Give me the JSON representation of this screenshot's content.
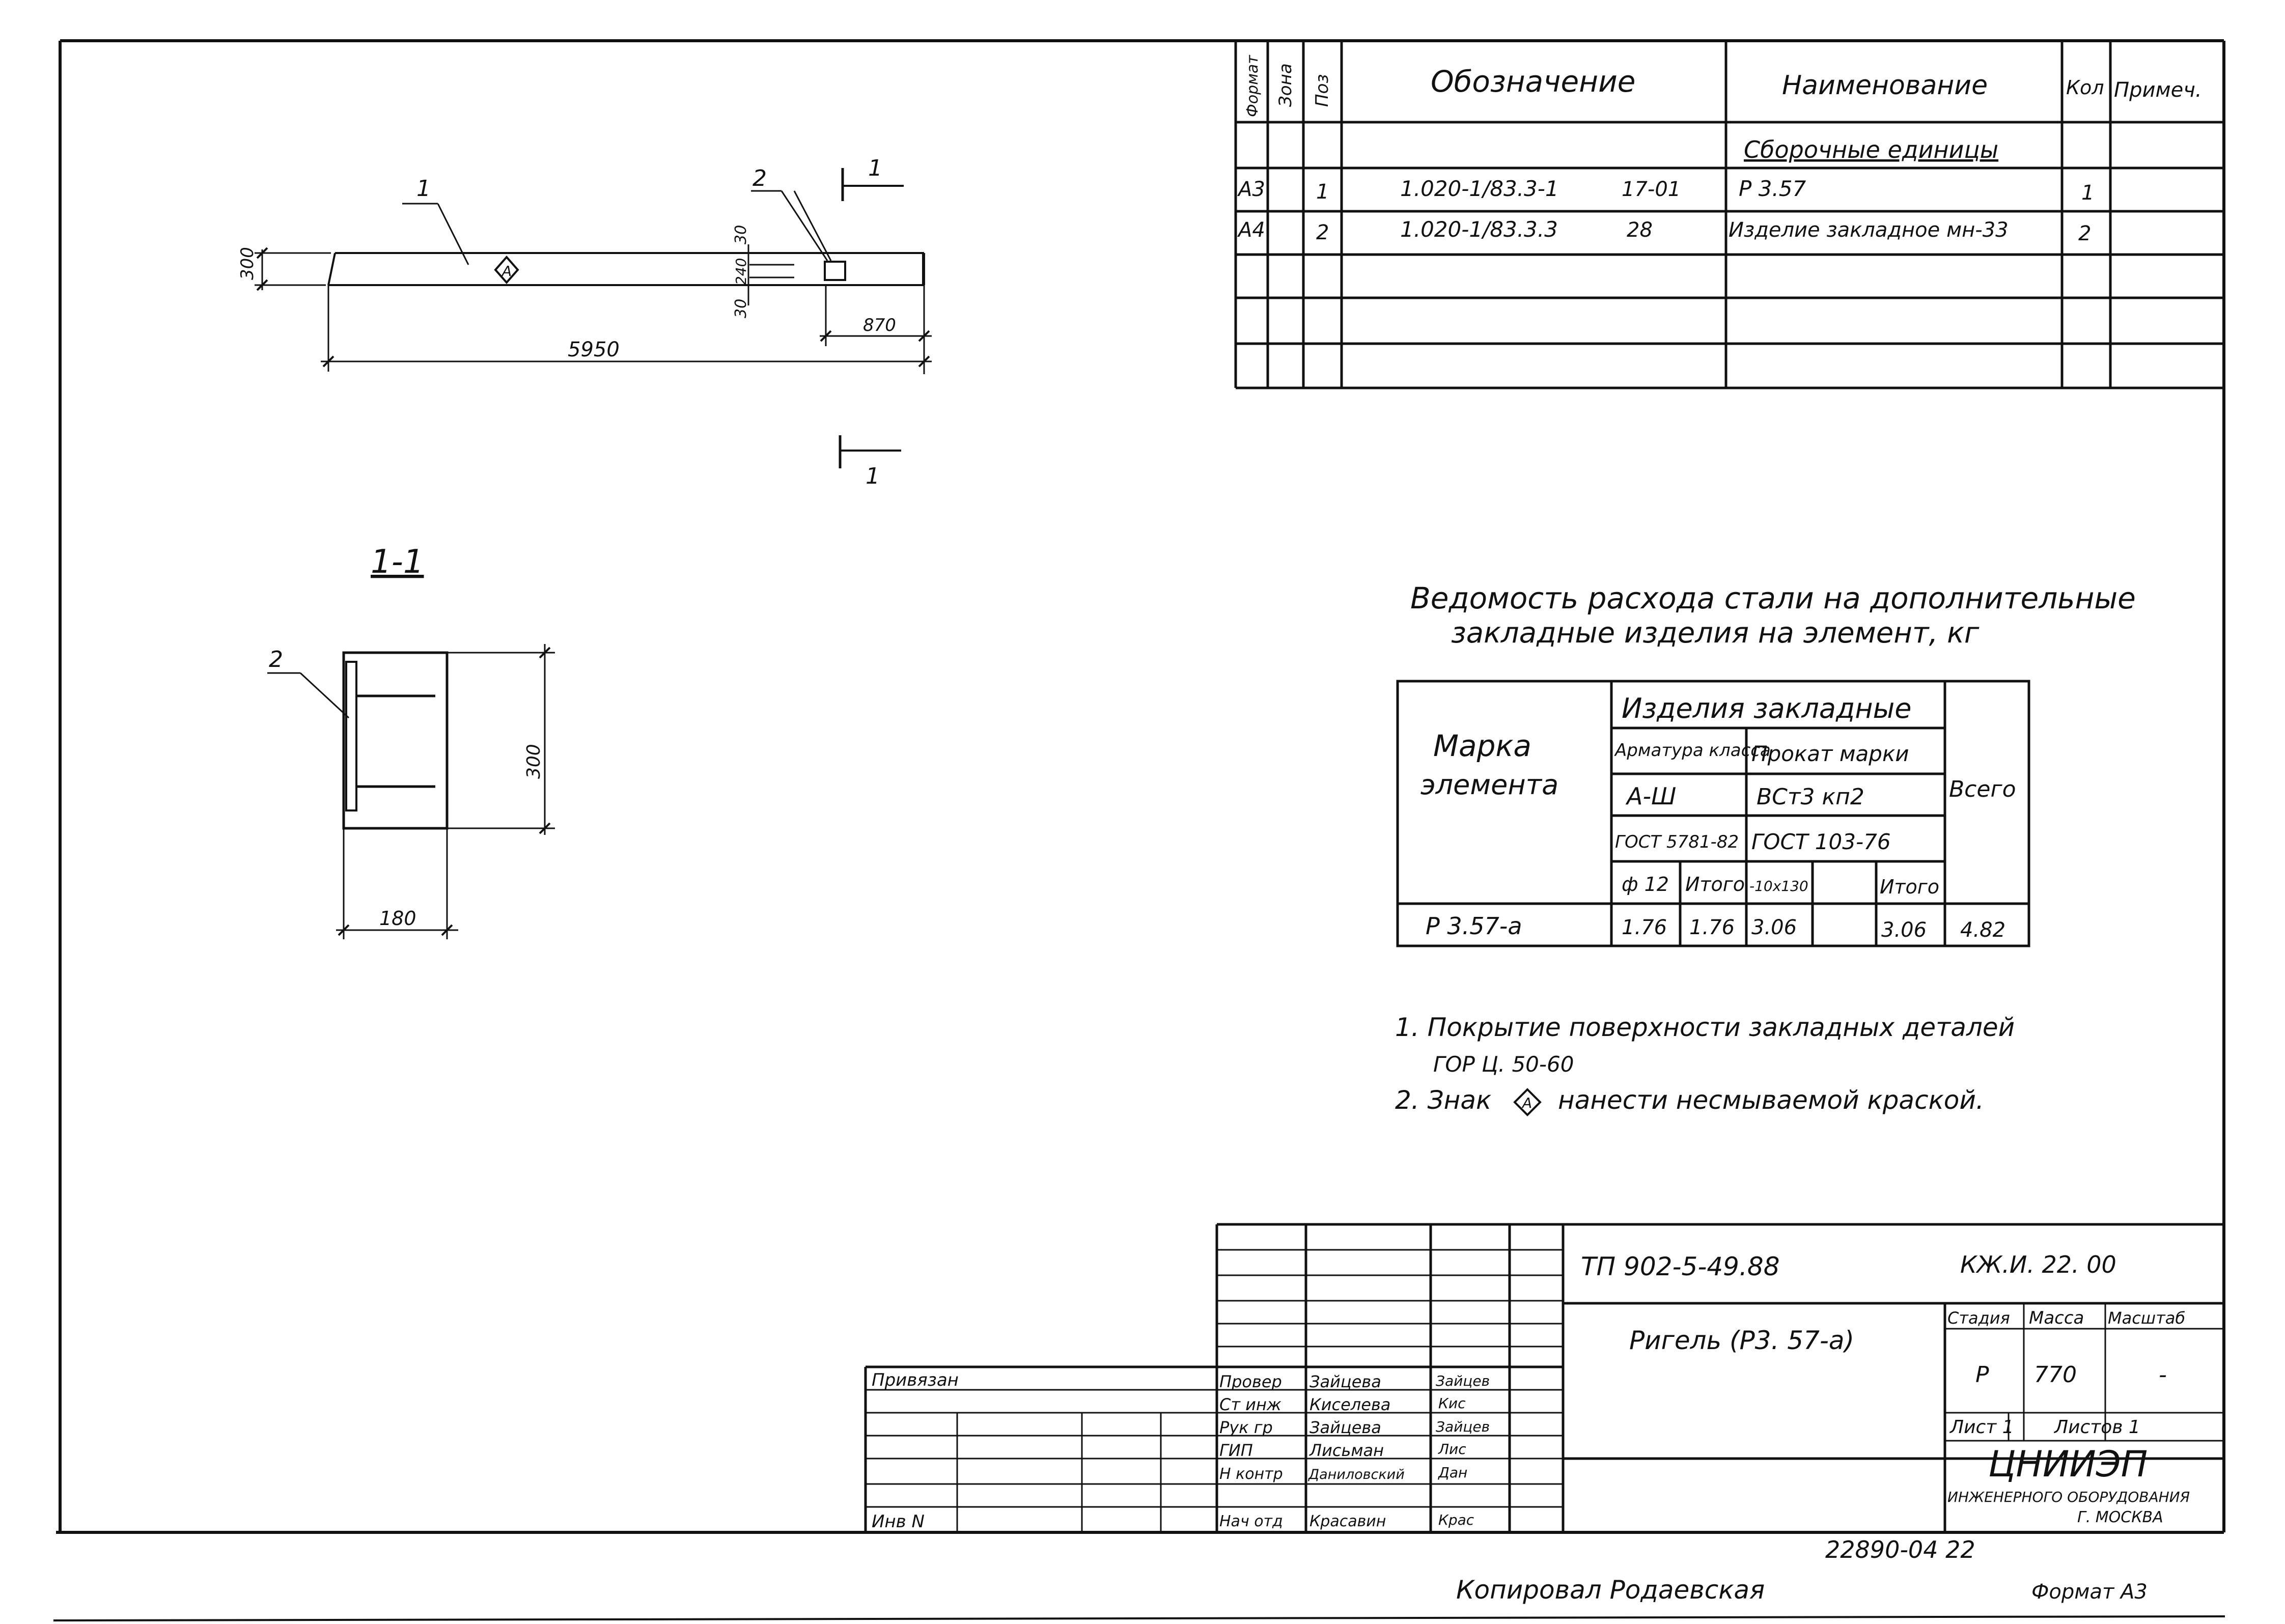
{
  "spec_table": {
    "headers": [
      "Формат",
      "Зона",
      "Поз",
      "Обозначение",
      "Наименование",
      "Кол",
      "Примеч."
    ],
    "section_title": "Сборочные единицы",
    "rows": [
      {
        "format": "А3",
        "zone": "",
        "pos": "1",
        "designation": "1.020-1/83.3-1",
        "sheet": "17-01",
        "name": "Р 3.57",
        "qty": "1",
        "note": ""
      },
      {
        "format": "А4",
        "zone": "",
        "pos": "2",
        "designation": "1.020-1/83.3.3",
        "sheet": "28",
        "name": "Изделие закладное мн-33",
        "qty": "2",
        "note": ""
      }
    ]
  },
  "drawing": {
    "callout_1": "1",
    "callout_2": "2",
    "section_mark": "1",
    "mark_symbol": "А",
    "dim_height": "300",
    "dim_length": "5950",
    "dim_end": "870",
    "dim_30_top": "30",
    "dim_240": "240",
    "dim_30_bottom": "30"
  },
  "section_view": {
    "title": "1-1",
    "callout": "2",
    "dim_height": "300",
    "dim_width": "180"
  },
  "steel_table": {
    "title_line1": "Ведомость расхода стали на дополнительные",
    "title_line2": "закладные изделия на элемент, кг",
    "col_mark": "Марка элемента",
    "group": "Изделия закладные",
    "armature_class": "Арматура класса",
    "rolled_mark": "Прокат марки",
    "class_a3": "А-Ш",
    "steel_grade": "ВСт3 кп2",
    "gost_1": "ГОСТ 5781-82",
    "gost_2": "ГОСТ 103-76",
    "col_phi12": "ф 12",
    "col_total_1": "Итого",
    "col_strip": "-10х130",
    "col_total_2": "Итого",
    "col_all": "Всего",
    "row_mark": "Р 3.57-а",
    "row_phi12": "1.76",
    "row_total_1": "1.76",
    "row_strip": "3.06",
    "row_total_2": "3.06",
    "row_all": "4.82"
  },
  "notes": {
    "n1_line1": "1. Покрытие поверхности закладных деталей",
    "n1_line2": "ГОР Ц. 50-60",
    "n2_before": "2. Знак",
    "n2_symbol": "А",
    "n2_after": "нанести несмываемой краской."
  },
  "title_block": {
    "project": "ТП 902-5-49.88",
    "code": "КЖ.И. 22. 00",
    "title": "Ригель (Р3. 57-а)",
    "stage_label": "Стадия",
    "mass_label": "Масса",
    "scale_label": "Масштаб",
    "stage": "Р",
    "mass": "770",
    "scale": "-",
    "sheet_label": "Лист 1",
    "sheets_label": "Листов 1",
    "org": "ЦНИИЭП",
    "org_line2": "ИНЖЕНЕРНОГО ОБОРУДОВАНИЯ",
    "org_line3": "Г. МОСКВА",
    "bound": "Привязан",
    "inv": "Инв N",
    "signers": [
      {
        "role": "Провер",
        "name": "Зайцева",
        "sign": "Зайцев"
      },
      {
        "role": "Ст инж",
        "name": "Киселева",
        "sign": "Кис"
      },
      {
        "role": "Рук гр",
        "name": "Зайцева",
        "sign": "Зайцев"
      },
      {
        "role": "ГИП",
        "name": "Лисьман",
        "sign": "Лис"
      },
      {
        "role": "Н контр",
        "name": "Даниловский",
        "sign": "Дан"
      },
      {
        "role": "Нач отд",
        "name": "Красавин",
        "sign": "Крас"
      }
    ]
  },
  "footer": {
    "number": "22890-04 22",
    "copied": "Копировал Родаевская",
    "format": "Формат А3"
  }
}
